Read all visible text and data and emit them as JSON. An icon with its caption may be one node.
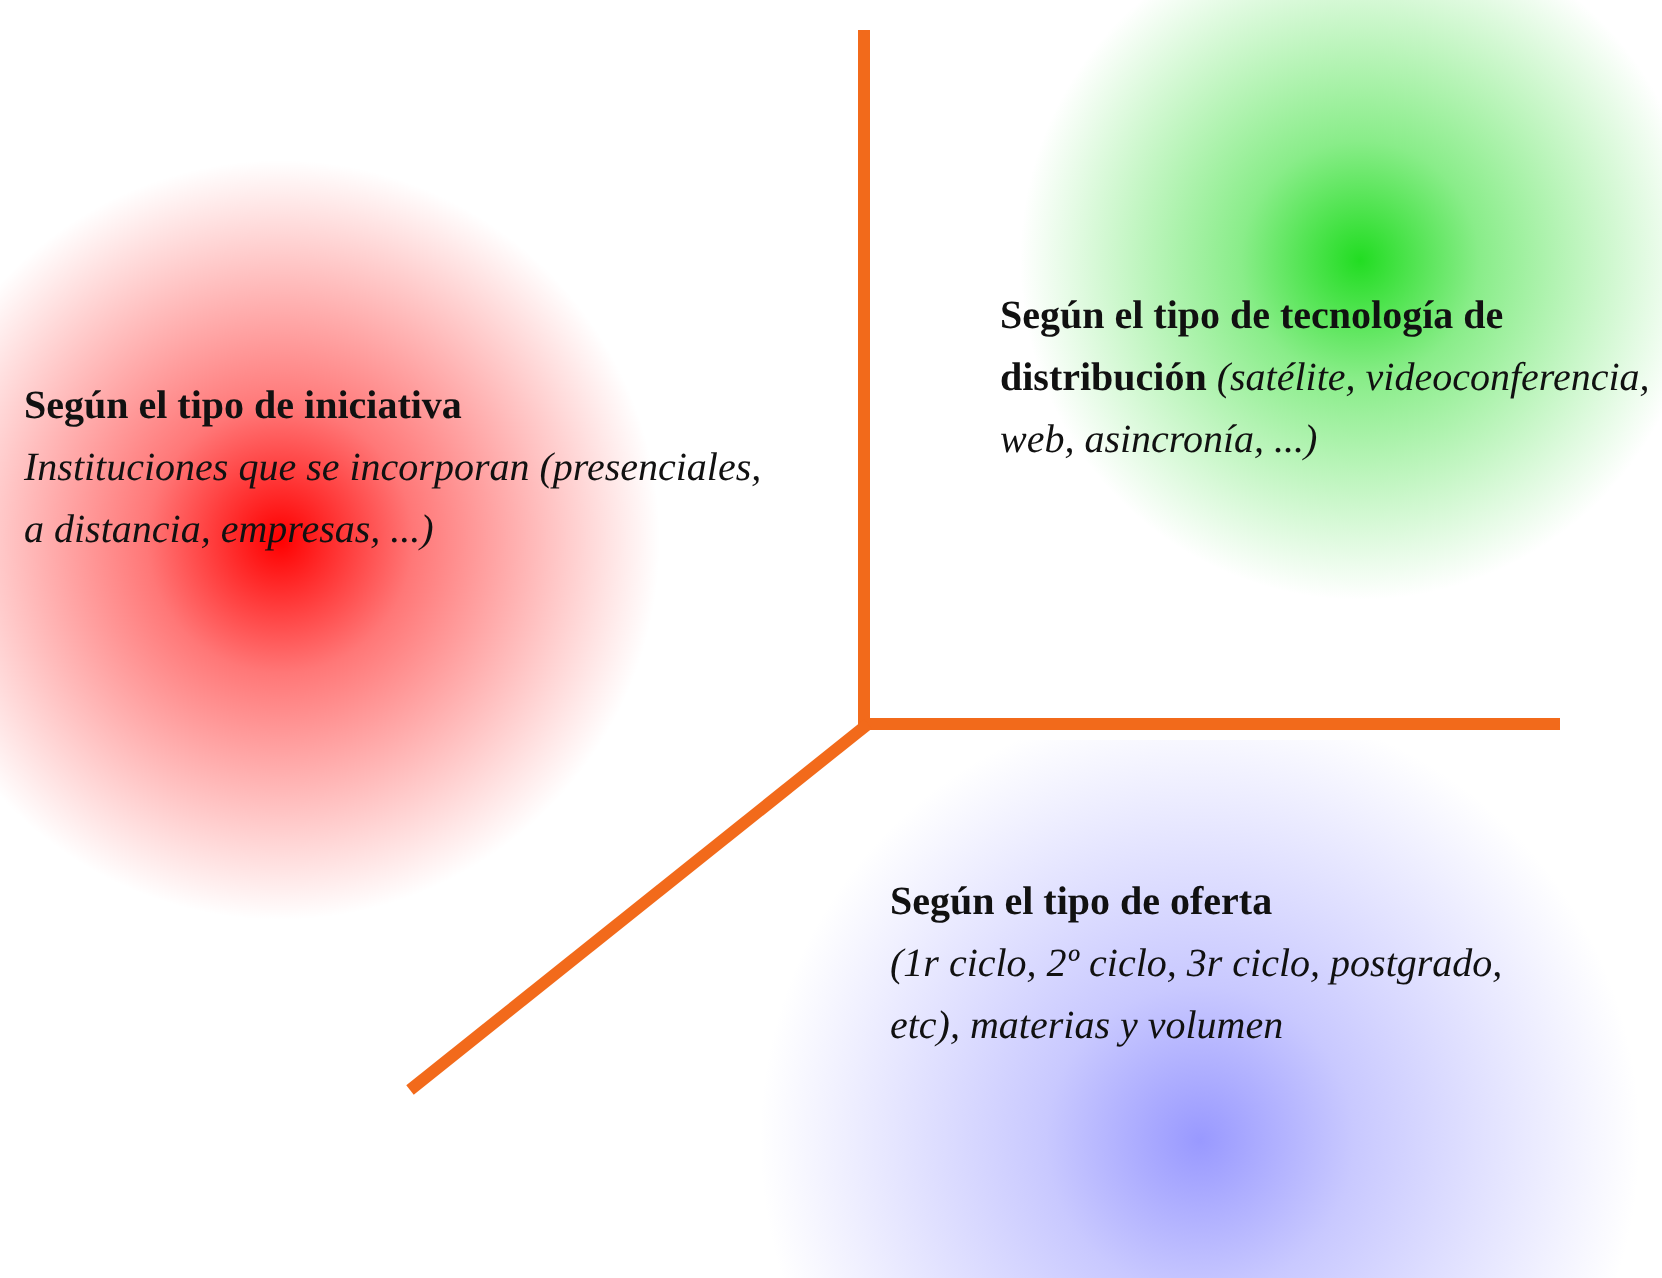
{
  "diagram": {
    "nodes": [
      {
        "text": [
          "Según el tipo de iniciativa",
          "Instituciones que se incorporan (presenciales, a distancia, empresas, ...)"
        ]
      },
      {
        "text": [
          "Según el tipo de tecnología de distribución",
          "(satélite, videoconferencia, web, asincronía, ...)"
        ]
      },
      {
        "text": [
          "Según el tipo de oferta",
          "(1r ciclo, 2º ciclo, 3r ciclo, postgrado, etc), materias y volumen"
        ]
      }
    ],
    "edges": []
  }
}
